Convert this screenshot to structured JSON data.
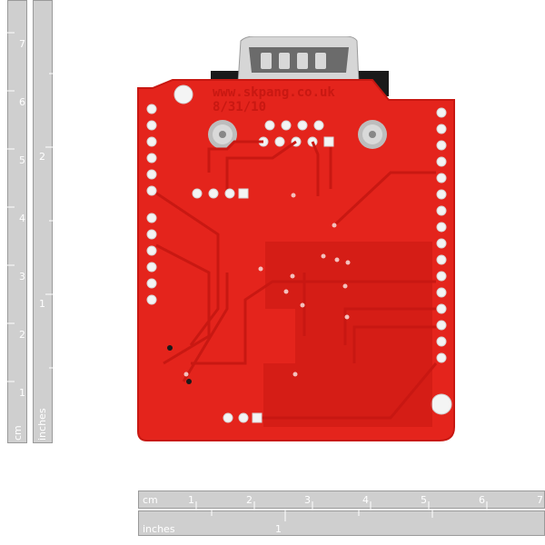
{
  "board": {
    "silkscreen_url": "www.skpang.co.uk",
    "silkscreen_date": "8/31/10"
  },
  "rulers": {
    "vertical": {
      "cm_label": "cm",
      "inch_label": "inches",
      "cm_numbers": [
        "1",
        "2",
        "3",
        "4",
        "5",
        "6",
        "7"
      ],
      "inch_numbers": [
        "1",
        "2"
      ]
    },
    "horizontal": {
      "cm_label": "cm",
      "inch_label": "inches",
      "cm_numbers": [
        "1",
        "2",
        "3",
        "4",
        "5",
        "6",
        "7"
      ],
      "inch_numbers": [
        "1"
      ]
    }
  },
  "colors": {
    "pcb_red": "#e4241c",
    "pcb_dark": "#c81812",
    "pad_white": "#f4f4f4",
    "connector_silver": "#c8c8c8",
    "ruler_gray": "#cfcfcf"
  }
}
